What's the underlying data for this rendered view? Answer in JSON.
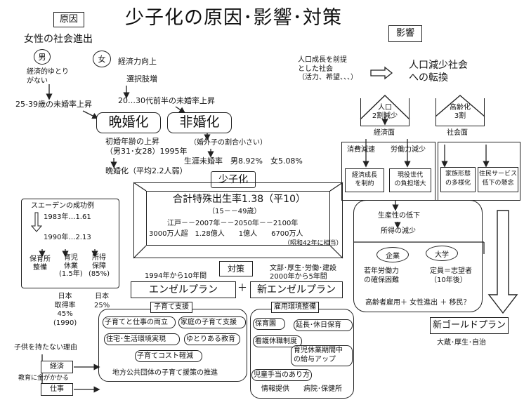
{
  "title": "少子化の原因･影響･対策",
  "cause": {
    "label": "原因",
    "women_work": "女性の社会進出",
    "male": "男",
    "female": "女",
    "econ_power": "経済力向上",
    "choices": "選択肢増",
    "no_margin": "経済的ゆとり\nがない",
    "unmarried_25_39": "25-39歳の未婚率上昇",
    "unmarried_20_30": "20…30代前半の未婚率上昇",
    "late_marriage": "晩婚化",
    "non_marriage": "非婚化",
    "first_marriage_age": "初婚年齢の上昇\n（男31･女28）1995年",
    "late_marriage_stat": "晩婚化（平均2.2人弱）",
    "out_of_wedlock": "（婚外子の割合小さい）",
    "lifetime_unmarried": "生涯未婚率　男8.92%　女5.08%"
  },
  "center": {
    "label": "少子化",
    "tfr": "合計特殊出生率1.38（平10）",
    "age_range": "（15－－49歳）",
    "timeline": "江戸－－2007年－－2050年－－2100年",
    "population": "3000万人超　1.28億人　　1億人　　6700万人",
    "note": "（昭和42年に相当）"
  },
  "sweden": {
    "title": "スエーデンの成功例",
    "r1": "1983年…1.61",
    "r2": "1990年…2.13",
    "m1": "保育所\n整備",
    "m2": "育児\n休業\n(1.5年)",
    "m3": "所得\n保障\n(85%)",
    "japan1": "日本\n取得率\n45%\n(1990)",
    "japan2": "日本\n25%"
  },
  "measures": {
    "label": "対策",
    "plan_note": "1994年から10年間",
    "ministries": "文部･厚生･労働･建設\n2000年から5年間",
    "angel": "エンゼルプラン",
    "plus": "＋",
    "new_angel": "新エンゼルプラン",
    "childcare_support": "子育て支援",
    "employment": "雇用環境整備",
    "items_left": [
      "子育てと仕事の両立",
      "家庭の子育て支援",
      "住宅･生活環境実現",
      "ゆとりある教育",
      "子育てコスト軽減"
    ],
    "local_gov": "地方公共団体の子育て援策の推進",
    "items_right": [
      "保育園",
      "延長･休日保育",
      "看護休職制度",
      "育児休業期間中\nの給与アップ",
      "児童手当のあり方"
    ],
    "info": "情報提供　　病院･保健所"
  },
  "no_children": {
    "title": "子供を持たない理由",
    "econ": "経済",
    "econ_note": "教育に金がかかる",
    "work": "仕事"
  },
  "impact": {
    "label": "影響",
    "premise": "人口成長を前提\nとした社会\n（活力、希望、、、）",
    "shift": "人口減少社会\nへの転換",
    "pop_decline": "人口\n2割減少",
    "aging": "高齢化\n3割",
    "econ_side": "経済面",
    "social_side": "社会面",
    "consumption": "消費減速",
    "labor": "労働力減少",
    "growth": "経済成長\nを制約",
    "burden": "現役世代\nの負担増大",
    "family": "家族形態\nの多様化",
    "services": "住民サービス\n低下の懸念",
    "productivity": "生産性の低下",
    "income": "所得の減少",
    "company": "企業",
    "university": "大学",
    "young_labor": "若年労働力\nの確保困難",
    "capacity": "定員＝志望者\n（10年後）",
    "remedy": "高齢者雇用＋ 女性進出 ＋ 移民？",
    "new_gold": "新ゴールドプラン",
    "gold_ministries": "大蔵･厚生･自治"
  }
}
